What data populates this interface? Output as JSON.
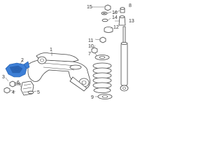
{
  "diagram": {
    "highlight_color": "#3d7fd6",
    "callouts": [
      {
        "id": "c15",
        "label": "15"
      },
      {
        "id": "c16",
        "label": "16"
      },
      {
        "id": "c14",
        "label": "14"
      },
      {
        "id": "c8",
        "label": "8"
      },
      {
        "id": "c12",
        "label": "12"
      },
      {
        "id": "c13",
        "label": "13"
      },
      {
        "id": "c11",
        "label": "11"
      },
      {
        "id": "c7",
        "label": "7"
      },
      {
        "id": "c10",
        "label": "10"
      },
      {
        "id": "c1",
        "label": "1"
      },
      {
        "id": "c9",
        "label": "9"
      },
      {
        "id": "c2",
        "label": "2"
      },
      {
        "id": "c3",
        "label": "3"
      },
      {
        "id": "c4",
        "label": "4"
      },
      {
        "id": "c5",
        "label": "5"
      },
      {
        "id": "c6",
        "label": "6"
      }
    ]
  }
}
